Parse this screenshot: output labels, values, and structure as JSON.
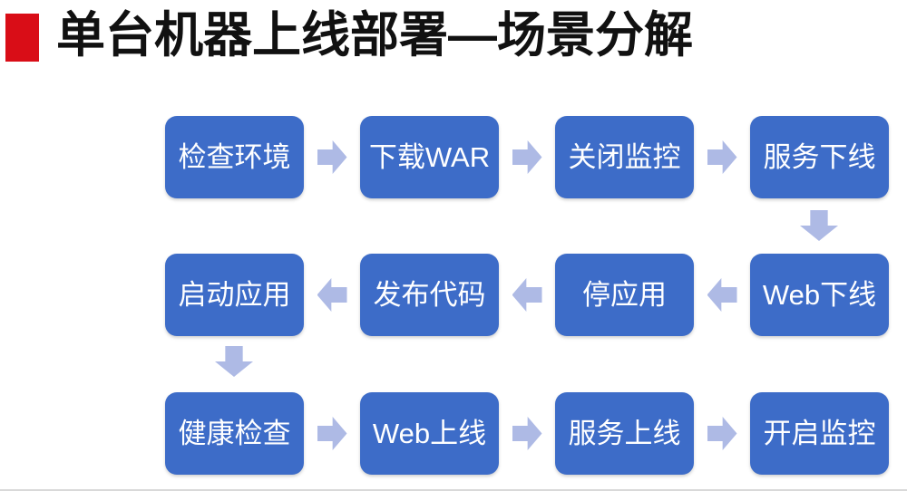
{
  "slide": {
    "title": "单台机器上线部署—场景分解",
    "colors": {
      "background": "#FFFFFF",
      "bullet": "#D90D17",
      "title_text": "#111111",
      "box": "#3D6CC8",
      "box_text": "#FFFFFF",
      "arrow": "#AEBAE5"
    }
  },
  "flow": {
    "rows": [
      {
        "direction": "right",
        "boxes": [
          "检查环境",
          "下载WAR",
          "关闭监控",
          "服务下线"
        ]
      },
      {
        "direction": "left",
        "boxes": [
          "启动应用",
          "发布代码",
          "停应用",
          "Web下线"
        ]
      },
      {
        "direction": "right",
        "boxes": [
          "健康检查",
          "Web上线",
          "服务上线",
          "开启监控"
        ]
      }
    ],
    "vertical_connectors": [
      {
        "from": "服务下线",
        "to": "Web下线",
        "direction": "down"
      },
      {
        "from": "启动应用",
        "to": "健康检查",
        "direction": "down"
      }
    ]
  }
}
